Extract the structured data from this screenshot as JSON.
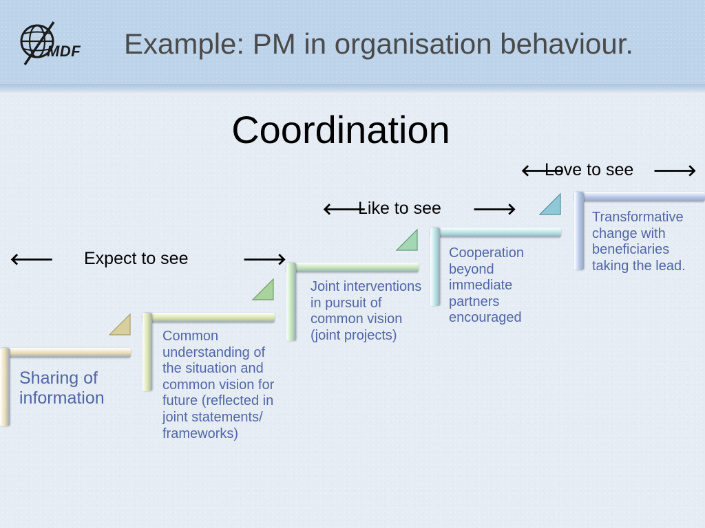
{
  "header": {
    "logo_text": "MDF",
    "title": "Example: PM in organisation behaviour."
  },
  "main": {
    "subtitle": "Coordination",
    "labels": {
      "expect": "Expect to see",
      "like": "Like to see",
      "love": "Love to see"
    },
    "arrows": {
      "left": "🡐",
      "right": "🡒"
    },
    "steps": [
      {
        "text": "Sharing of information",
        "color": "#e9dbb2"
      },
      {
        "text": "Common understanding of the situation and common vision for future (reflected in joint statements/ frameworks)",
        "color": "#d9e3a6"
      },
      {
        "text": "Joint interventions in pursuit of common vision (joint projects)",
        "color": "#bfe3b5"
      },
      {
        "text": "Cooperation beyond immediate partners encouraged",
        "color": "#b5e2e2"
      },
      {
        "text": "Transformative change with beneficiaries taking the lead.",
        "color": "#b6c6ea"
      }
    ]
  }
}
